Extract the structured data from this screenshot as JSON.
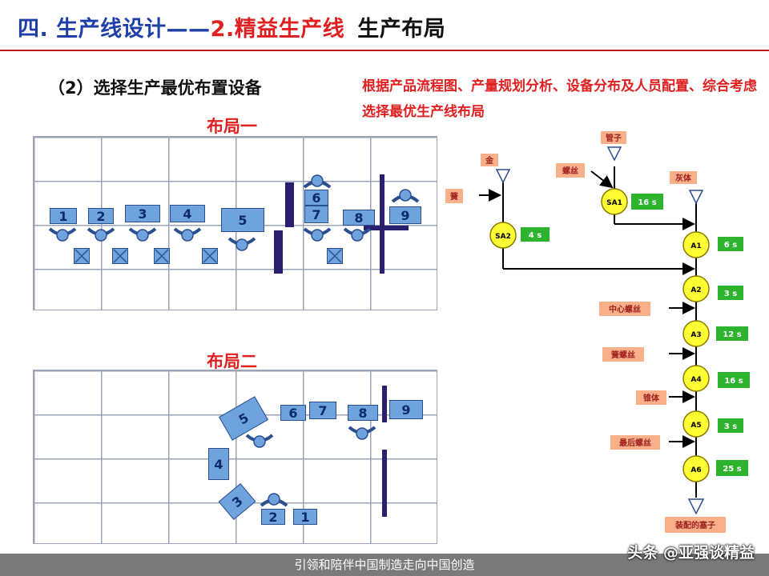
{
  "header": {
    "title_part1": "四. 生产线设计——",
    "title_part2": "2.精益生产线",
    "title_part3": "生产布局"
  },
  "subtitle": "（2）选择生产最优布置设备",
  "description": "根据产品流程图、产量规划分析、设备分布及人员配置、综合考虑选择最优生产线布局",
  "layout1": {
    "title": "布局一",
    "stations": [
      "1",
      "2",
      "3",
      "4",
      "5",
      "6",
      "7",
      "8",
      "9"
    ]
  },
  "layout2": {
    "title": "布局二",
    "stations": [
      "1",
      "2",
      "3",
      "4",
      "5",
      "6",
      "7",
      "8",
      "9"
    ]
  },
  "flowchart": {
    "inputs": {
      "jin": "金",
      "tong": "簧",
      "luosi": "螺丝",
      "guanzi": "管子",
      "huiti": "灰体",
      "zhongxin": "中心螺丝",
      "huangluosi": "簧螺丝",
      "zhuiti": "锥体",
      "zuihou": "最后螺丝",
      "output": "装配的塞子"
    },
    "nodes": [
      {
        "id": "SA2",
        "time": "4 s"
      },
      {
        "id": "SA1",
        "time": "16 s"
      },
      {
        "id": "A1",
        "time": "6 s"
      },
      {
        "id": "A2",
        "time": "3 s"
      },
      {
        "id": "A3",
        "time": "12 s"
      },
      {
        "id": "A4",
        "time": "16 s"
      },
      {
        "id": "A5",
        "time": "3 s"
      },
      {
        "id": "A6",
        "time": "25 s"
      }
    ]
  },
  "footer": {
    "slogan": "引领和陪伴中国制造走向中国创造",
    "watermark": "头条 @亚强谈精益"
  },
  "colors": {
    "title_blue": "#1f3fa8",
    "accent_red": "#e02020",
    "node_yellow": "#ffff33",
    "time_green": "#2db32d",
    "input_salmon": "#f7b08a"
  }
}
